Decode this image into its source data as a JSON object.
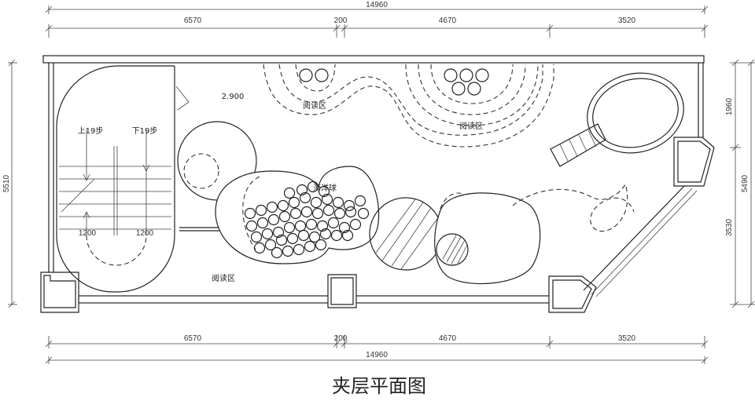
{
  "title": "夹层平面图",
  "dimensions": {
    "top_total": "14960",
    "top_segments": [
      "6570",
      "200",
      "4670",
      "3520"
    ],
    "bottom_segments": [
      "6570",
      "200",
      "4670",
      "3520"
    ],
    "bottom_total": "14960",
    "left": "5510",
    "right_segments": [
      "1960",
      "3530"
    ],
    "right_total": "5490"
  },
  "labels": {
    "elevation": "2.900",
    "reading_area_1": "阅读区",
    "reading_area_2": "阅读区",
    "reading_area_3": "阅读区",
    "ball_pit": "海洋球",
    "stairs_up": "上19步",
    "stairs_down": "下19步",
    "stair_width_left": "1200",
    "stair_width_right": "1200"
  }
}
